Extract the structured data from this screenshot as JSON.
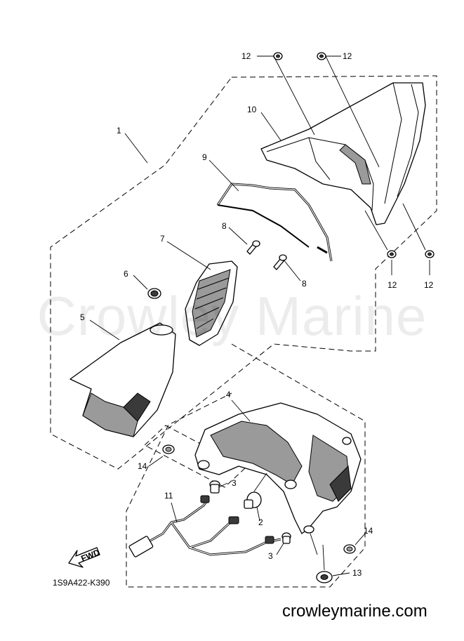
{
  "diagram": {
    "callouts": {
      "c1": "1",
      "c2": "2",
      "c3a": "3",
      "c3b": "3",
      "c4": "4",
      "c5": "5",
      "c6": "6",
      "c7": "7",
      "c8a": "8",
      "c8b": "8",
      "c9": "9",
      "c10": "10",
      "c11": "11",
      "c12a": "12",
      "c12b": "12",
      "c12c": "12",
      "c12d": "12",
      "c13": "13",
      "c14a": "14",
      "c14b": "14"
    },
    "fwd_label": "FWD",
    "drawing_code": "1S9A422-K390",
    "watermark": "Crowley Marine",
    "website": "crowleymarine.com"
  }
}
